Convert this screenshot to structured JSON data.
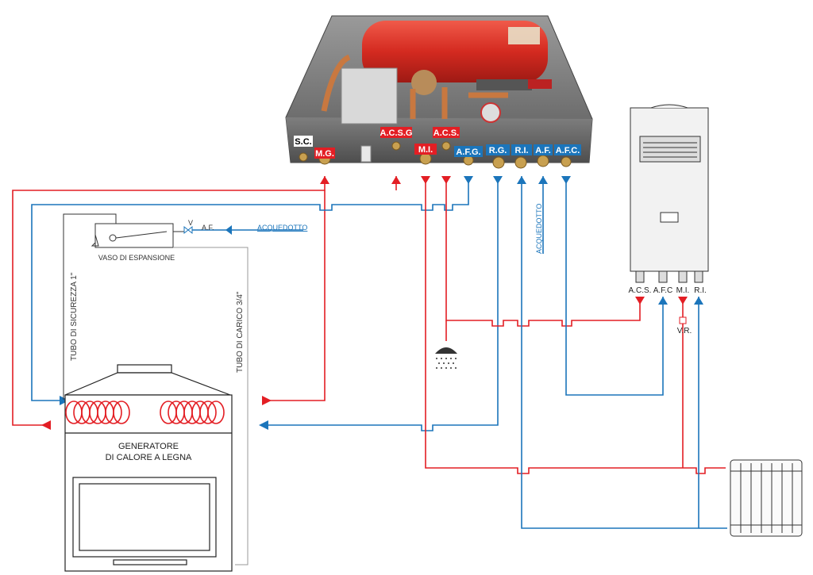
{
  "colors": {
    "hot": "#e31e24",
    "cold": "#1b75bb",
    "line": "#333333",
    "gray": "#999999"
  },
  "unit_ports": {
    "sc": "S.C.",
    "mg": "M.G.",
    "acsg": "A.C.S.G",
    "acs": "A.C.S.",
    "mi": "M.I.",
    "afg": "A.F.G.",
    "rg": "R.G.",
    "ri": "R.I.",
    "af": "A.F.",
    "afc": "A.F.C."
  },
  "boiler_ports": {
    "acs": "A.C.S.",
    "afc": "A.F.C",
    "mi": "M.I.",
    "ri": "R.I."
  },
  "vr_label": "V.R.",
  "aqueduct_label": "ACQUEDOTTO",
  "aqueduct_vertical_label": "ACQUEDOTTO",
  "valve_v": "V",
  "valve_af": "A.F.",
  "expansion_vessel": "VASO DI ESPANSIONE",
  "safety_pipe": "TUBO DI SICUREZZA 1\"",
  "load_pipe": "TUBO DI CARICO 3/4\"",
  "generator_line1": "GENERATORE",
  "generator_line2": "DI CALORE A LEGNA",
  "icons": [
    "shower-icon",
    "radiator-icon",
    "wall-boiler-icon",
    "hydraulic-unit-icon"
  ]
}
